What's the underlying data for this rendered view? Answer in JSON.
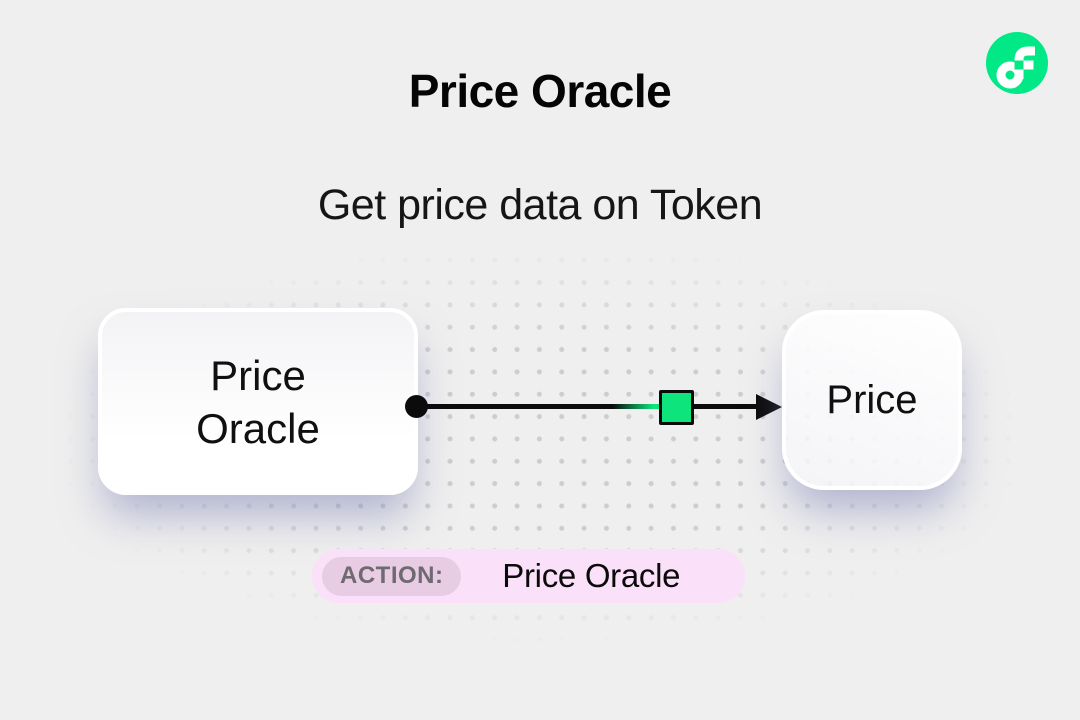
{
  "header": {
    "title": "Price Oracle",
    "subtitle": "Get price data on Token"
  },
  "logo": {
    "name": "flow-logo",
    "brand_color": "#00E986"
  },
  "diagram": {
    "source_node": {
      "line1": "Price",
      "line2": "Oracle"
    },
    "target_node": {
      "label": "Price"
    },
    "edge": {
      "marker_color": "#0DE57C",
      "line_color": "#0B0B0B"
    }
  },
  "action": {
    "label": "ACTION:",
    "value": "Price Oracle"
  },
  "colors": {
    "background": "#EFEFEF",
    "dot_grid": "#CCCCD1",
    "pill_background": "#FAE0F8",
    "pill_label_background": "#E8CCE4",
    "pill_label_text": "#6E6A70",
    "ink": "#0B0B0B"
  }
}
